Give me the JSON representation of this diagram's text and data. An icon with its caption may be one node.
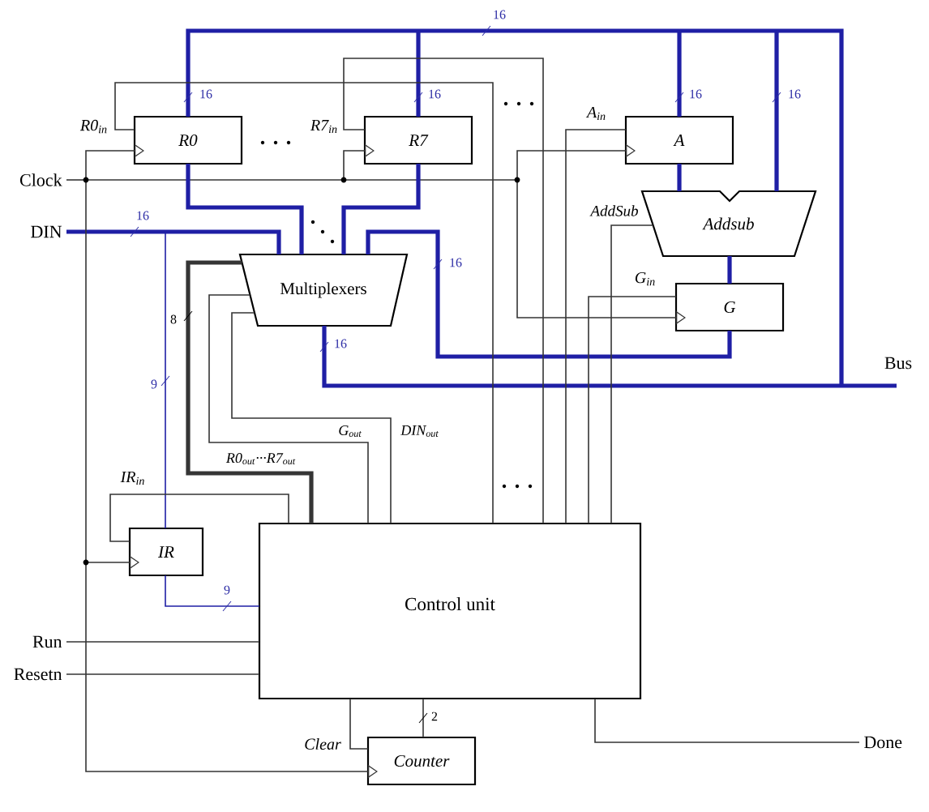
{
  "diagram": {
    "nodes": [
      {
        "text": [
          "R0"
        ]
      },
      {
        "text": [
          "R7"
        ]
      },
      {
        "text": [
          "A"
        ]
      },
      {
        "text": [
          "Clock"
        ]
      },
      {
        "text": [
          "Addsub"
        ]
      },
      {
        "text": [
          "DIN"
        ]
      },
      {
        "text": [
          "Multiplexers"
        ]
      },
      {
        "text": [
          "G"
        ]
      },
      {
        "text": [
          "Control unit"
        ]
      },
      {
        "text": [
          "IR"
        ]
      },
      {
        "text": [
          "Run"
        ]
      },
      {
        "text": [
          "Resetn"
        ]
      },
      {
        "text": [
          "Counter"
        ]
      },
      {
        "text": [
          "Done"
        ]
      }
    ],
    "edges": [
      {
        "from": 6,
        "to": null,
        "arrow": "none",
        "label": "Bus",
        "style": "thick",
        "color": "#1f1fa5"
      },
      {
        "from": 6,
        "to": 0,
        "arrow": "none",
        "style": "thick",
        "color": "#1f1fa5"
      },
      {
        "from": 6,
        "to": 1,
        "arrow": "none",
        "style": "thick",
        "color": "#1f1fa5"
      },
      {
        "from": 6,
        "to": 2,
        "arrow": "none",
        "style": "thick",
        "color": "#1f1fa5"
      },
      {
        "from": 6,
        "to": 4,
        "arrow": "none",
        "style": "thick",
        "color": "#1f1fa5"
      },
      {
        "from": 0,
        "to": 6,
        "arrow": "none",
        "style": "thick",
        "color": "#1f1fa5"
      },
      {
        "from": 1,
        "to": 6,
        "arrow": "none",
        "style": "thick",
        "color": "#1f1fa5"
      },
      {
        "from": 2,
        "to": 4,
        "arrow": "none",
        "style": "thick",
        "color": "#1f1fa5"
      },
      {
        "from": 4,
        "to": 7,
        "arrow": "none",
        "style": "thick",
        "color": "#1f1fa5"
      },
      {
        "from": 7,
        "to": 6,
        "arrow": "none",
        "style": "thick",
        "color": "#1f1fa5"
      },
      {
        "from": 5,
        "to": 6,
        "arrow": "none",
        "style": "thick",
        "color": "#1f1fa5"
      },
      {
        "from": 5,
        "to": 9,
        "arrow": "none",
        "color": "#1f1fa5"
      },
      {
        "from": 9,
        "to": 8,
        "arrow": "none",
        "color": "#1f1fa5"
      },
      {
        "from": 8,
        "to": 0,
        "arrow": "none",
        "label": "R0$_{in}$"
      },
      {
        "from": 8,
        "to": 1,
        "arrow": "none",
        "label": "R7$_{in}$"
      },
      {
        "from": 8,
        "to": 2,
        "arrow": "none",
        "label": "A$_{in}$"
      },
      {
        "from": 8,
        "to": 4,
        "arrow": "none",
        "label": "AddSub"
      },
      {
        "from": 8,
        "to": 7,
        "arrow": "none",
        "label": "G$_{in}$"
      },
      {
        "from": 8,
        "to": 6,
        "arrow": "none",
        "label": "R0$_{out}$···R7$_{out}$",
        "style": "thick"
      },
      {
        "from": 8,
        "to": 6,
        "arrow": "none",
        "label": "G$_{out}$"
      },
      {
        "from": 8,
        "to": 6,
        "arrow": "none",
        "label": "DIN$_{out}$"
      },
      {
        "from": 8,
        "to": 9,
        "arrow": "none",
        "label": "IR$_{in}$"
      },
      {
        "from": 3,
        "to": 0,
        "arrow": "to"
      },
      {
        "from": 3,
        "to": 1,
        "arrow": "to"
      },
      {
        "from": 3,
        "to": 2,
        "arrow": "to"
      },
      {
        "from": 3,
        "to": 7,
        "arrow": "to"
      },
      {
        "from": 3,
        "to": 9,
        "arrow": "to"
      },
      {
        "from": 3,
        "to": 12,
        "arrow": "to"
      },
      {
        "from": 10,
        "to": 8,
        "arrow": "none"
      },
      {
        "from": 11,
        "to": 8,
        "arrow": "none"
      },
      {
        "from": 8,
        "to": 12,
        "arrow": "none",
        "label": "Clear"
      },
      {
        "from": 12,
        "to": 8,
        "arrow": "none"
      },
      {
        "from": 8,
        "to": 13,
        "arrow": "none"
      }
    ],
    "labels": [
      "16",
      "16",
      "16",
      "16",
      "16",
      "16",
      "16",
      "8",
      "16",
      "9",
      "9",
      "2"
    ]
  }
}
